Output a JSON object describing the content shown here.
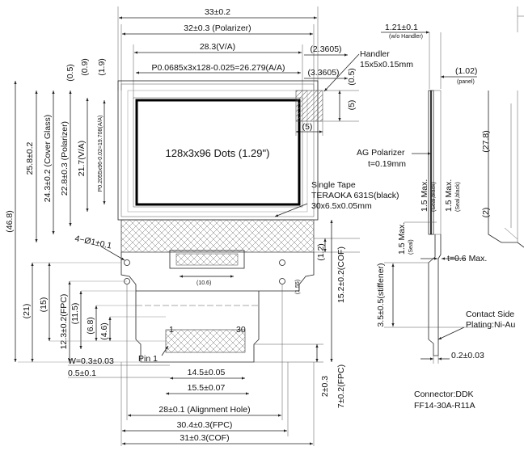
{
  "drawing": {
    "top_dims": {
      "overall": "33±0.2",
      "polarizer": "32±0.3 (Polarizer)",
      "va": "28.3(V/A)",
      "aa_pitch": "P0.0685x3x128-0.025=26.279(A/A)",
      "offset_a": "(2.3605)",
      "offset_b": "(3.3605)",
      "handler_title": "Handler",
      "handler_size": "15x5x0.15mm",
      "handler_w": "(5)",
      "handler_h": "(5)",
      "handler_top": "(0.5)"
    },
    "left_dims": {
      "d46_8": "(46.8)",
      "d25_8": "25.8±0.2",
      "d24_3": "24.3±0.2 (Cover Glass)",
      "d22_8": "22.8±0.3 (Polarizer)",
      "d21_7": "21.7(V/A)",
      "aa_v": "P0.2055x96-0.02=19.708(A/A)",
      "d0_5": "(0.5)",
      "d0_9": "(0.9)",
      "d1_9": "(1.9)",
      "d21": "(21)",
      "d15": "(15)",
      "d12_3": "12.3±0.2(FPC)",
      "d11_5": "(11.5)",
      "d6_8": "(6.8)",
      "d4_6": "(4.6)"
    },
    "display_label": "128x3x96 Dots (1.29\")",
    "tape": {
      "line1": "Single Tape",
      "line2": "TERAOKA 631S(black)",
      "line3": "30x6.5x0.05mm"
    },
    "holes": "4−Ø1±0.1",
    "cof_dims": {
      "d1_2": "(1.2)",
      "d15_2": "15.2±0.2(COF)",
      "d10_6": "(10.6)",
      "d1_55": "(1.55)",
      "d2": "2±0.3",
      "d7": "7±0.2(FPC)"
    },
    "pins": {
      "pin_first": "1",
      "pin_last": "30",
      "pin1_label": "Pin 1"
    },
    "bottom_dims": {
      "w": "W=0.3±0.03",
      "p0_5": "0.5±0.1",
      "d14_5": "14.5±0.05",
      "d15_5": "15.5±0.07",
      "d28": "28±0.1 (Alignment Hole)",
      "d30_4": "30.4±0.3(FPC)",
      "d31": "31±0.3(COF)"
    },
    "side_view": {
      "thickness_total": "1.21±0.1",
      "thickness_note": "(w/o Handler)",
      "panel": "(1.02)",
      "panel_note": "(panel)",
      "ag_polarizer": "AG Polarizer",
      "ag_t": "t=0.19mm",
      "max_a": "1.5 Max.",
      "max_a_note": "(Seal,black)",
      "max_b": "1.5 Max.",
      "max_b_note": "(Seal,black)",
      "max_c": "1.5 Max.",
      "max_c_note": "(Seal)",
      "t06": "t=0.6 Max.",
      "stiffener": "3.5±0.5(stiffener)",
      "contact1": "Contact Side",
      "contact2": "Plating:Ni-Au",
      "d0_2": "0.2±0.03",
      "connector1": "Connector:DDK",
      "connector2": "FF14-30A-R11A",
      "d27_8": "(27.8)",
      "d2": "(2)"
    }
  }
}
